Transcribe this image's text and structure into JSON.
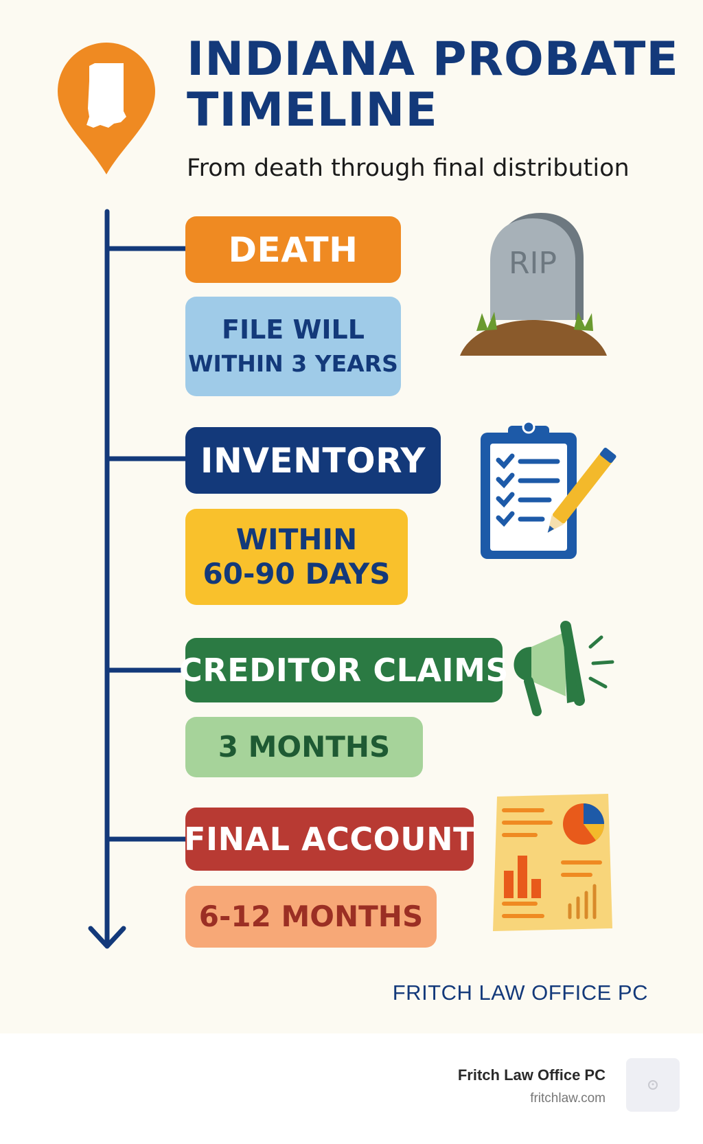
{
  "header": {
    "title_line1": "INDIANA PROBATE",
    "title_line2": "TIMELINE",
    "subtitle": "From death through final distribution"
  },
  "stages": [
    {
      "label": "DEATH",
      "detail_line1": "FILE WILL",
      "detail_line2": "WITHIN 3 YEARS",
      "icon": "tombstone-icon",
      "icon_text": "RIP"
    },
    {
      "label": "INVENTORY",
      "detail_line1": "WITHIN",
      "detail_line2": "60-90 DAYS",
      "icon": "clipboard-checklist-icon"
    },
    {
      "label": "CREDITOR CLAIMS",
      "detail_line1": "3 MONTHS",
      "icon": "megaphone-icon"
    },
    {
      "label": "FINAL ACCOUNT",
      "detail_line1": "6-12 MONTHS",
      "icon": "financial-report-icon"
    }
  ],
  "footer": {
    "brand": "FRITCH LAW OFFICE PC"
  },
  "card": {
    "name": "Fritch Law Office PC",
    "url": "fritchlaw.com"
  },
  "colors": {
    "navy": "#13397a",
    "orange": "#ef8a22",
    "light_blue": "#9fcbe8",
    "yellow": "#f9c12c",
    "green": "#2b7a43",
    "light_green": "#a6d39a",
    "red": "#b83a33",
    "peach": "#f7a877"
  }
}
